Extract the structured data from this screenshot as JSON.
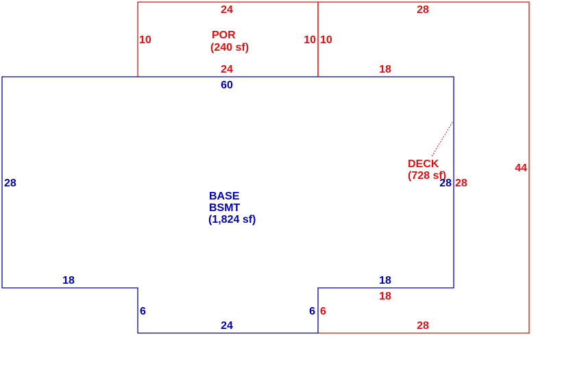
{
  "colors": {
    "base": "#0000b4",
    "addition": "#e01010"
  },
  "base_area": {
    "labels": [
      "BASE",
      "BSMT",
      "(1,824 sf)"
    ],
    "dimensions": {
      "top": "60",
      "left": "28",
      "right": "28",
      "bottom_left": "18",
      "bottom_right": "18",
      "notch_left": "6",
      "notch_right": "6",
      "notch_bottom": "24"
    }
  },
  "porch": {
    "labels": [
      "POR",
      "(240 sf)"
    ],
    "dimensions": {
      "top": "24",
      "left": "10",
      "right": "10",
      "bottom": "24"
    }
  },
  "deck": {
    "labels": [
      "DECK",
      "(728 sf)"
    ],
    "dimensions": {
      "top": "28",
      "left_upper": "10",
      "upper_bottom": "18",
      "left": "28",
      "right": "44",
      "lower_top": "18",
      "lower_left": "6",
      "bottom": "28"
    }
  }
}
